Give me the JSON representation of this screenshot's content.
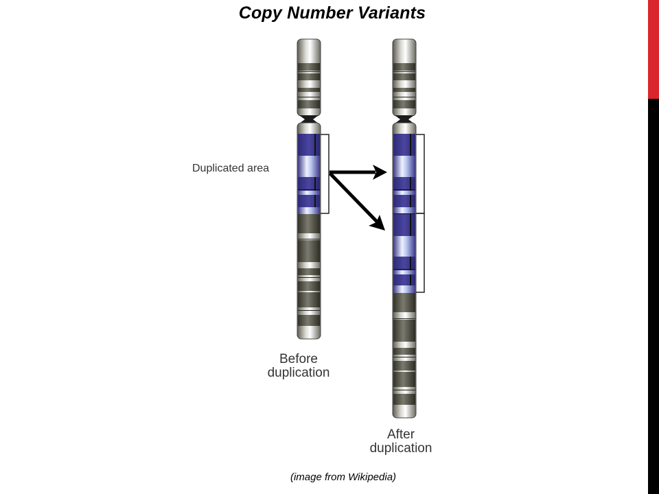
{
  "title": "Copy Number Variants",
  "labels": {
    "duplicated_area": "Duplicated area",
    "before_line1": "Before",
    "before_line2": "duplication",
    "after_line1": "After",
    "after_line2": "duplication"
  },
  "caption": "(image from Wikipedia)",
  "colors": {
    "accent_red": "#d8262c",
    "side_black": "#000000",
    "duplicated_band": "#3a3580",
    "duplicated_light": "#c9d3f2",
    "chromosome_dark": "#4a4a3e",
    "chromosome_light": "#e4e4e0",
    "label_gray": "#333333"
  }
}
